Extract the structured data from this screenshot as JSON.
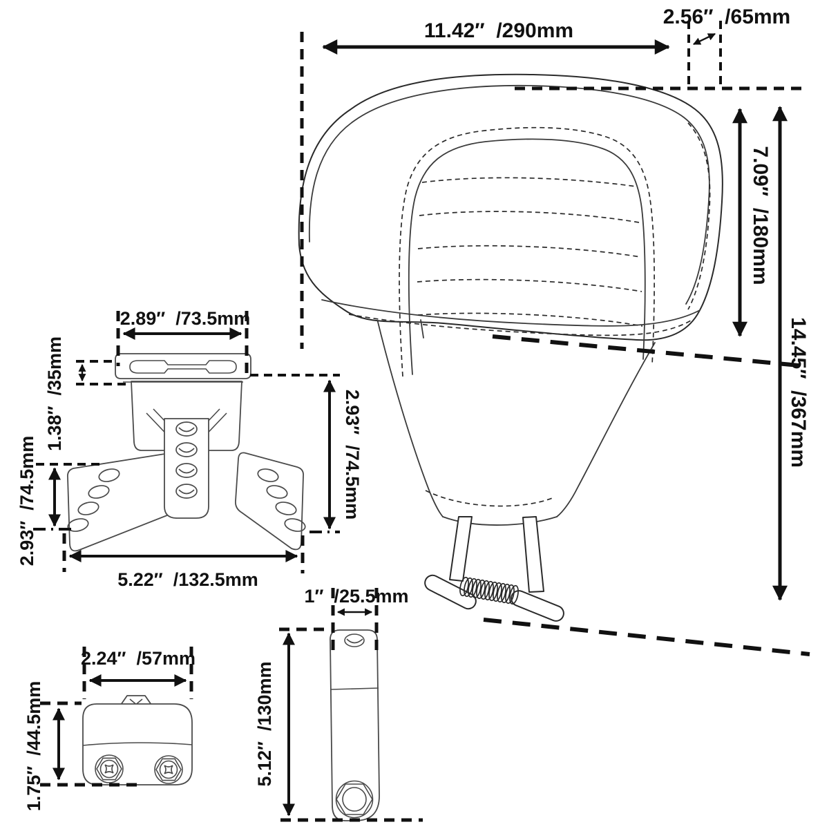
{
  "diagram": {
    "title": "driver backrest pad with mounting bracket - dimension drawing",
    "line_color": "#111111",
    "background": "#ffffff"
  },
  "dims": {
    "pad_width": "11.42″  /290mm",
    "pad_top_offset": "2.56″  /65mm",
    "pad_height": "7.09″  /180mm",
    "overall_height": "14.45″  /367mm",
    "bracket_top_width": "2.89″  /73.5mm",
    "bracket_top_height": "1.38″  /35mm",
    "bracket_side_height": "2.93″  /74.5mm",
    "bracket_wing_height": "2.93″  /74.5mm",
    "bracket_base_width": "5.22″  /132.5mm",
    "clamp_width": "2.24″  /57mm",
    "clamp_height": "1.75″  /44.5mm",
    "strap_width": "1″  /25.5mm",
    "strap_length": "5.12″  /130mm"
  }
}
